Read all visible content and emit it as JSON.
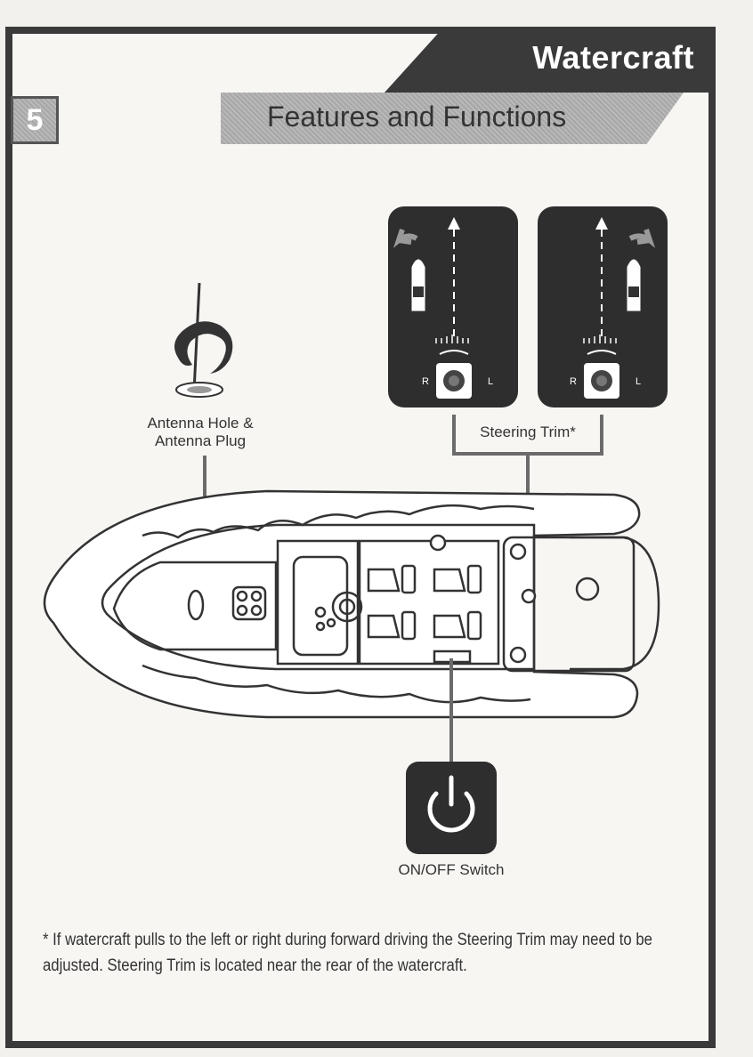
{
  "header": {
    "section_number": "5",
    "title": "Watercraft",
    "subtitle": "Features and Functions"
  },
  "labels": {
    "antenna": [
      "Antenna Hole &",
      "Antenna Plug"
    ],
    "steering_trim": "Steering Trim*",
    "on_off": "ON/OFF Switch",
    "trim_left_r": "R",
    "trim_left_l": "L",
    "trim_right_r": "R",
    "trim_right_l": "L"
  },
  "footnote": "* If watercraft pulls to the left or right during forward driving the Steering Trim may need to be adjusted. Steering Trim is located near the rear of the watercraft.",
  "colors": {
    "dark": "#3a3a3a",
    "panel": "#2e2e2e",
    "callout_line": "#6b6b6b"
  }
}
